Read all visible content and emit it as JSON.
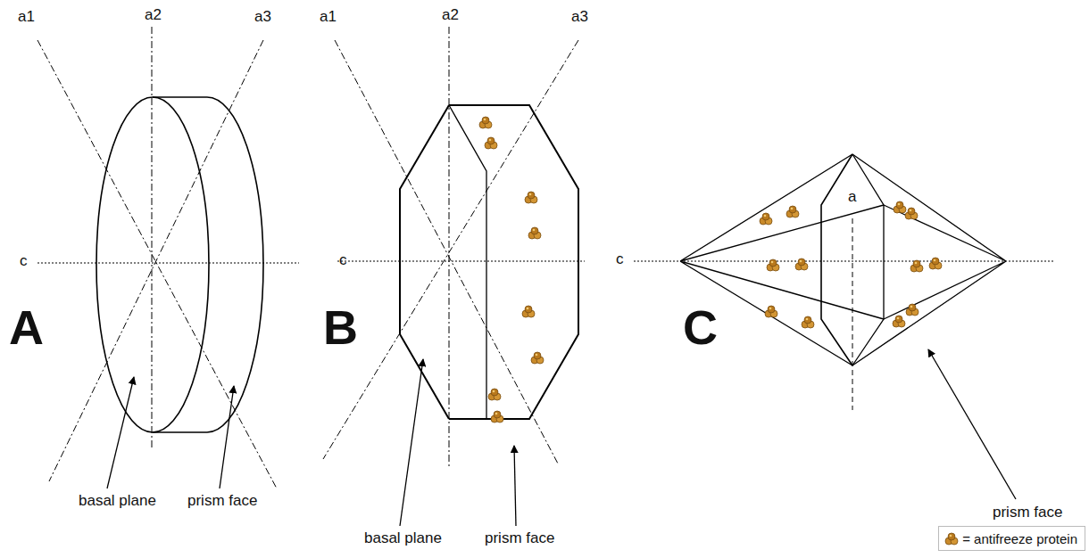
{
  "diagram": {
    "labels": [
      "a1",
      "a2",
      "a3",
      "c",
      "A",
      "basal plane",
      "prism face",
      "a1",
      "a2",
      "a3",
      "c",
      "B",
      "basal plane",
      "prism face",
      "a",
      "c",
      "C",
      "prism face"
    ],
    "legend": [
      {
        "text": "= antifreeze protein"
      }
    ]
  }
}
